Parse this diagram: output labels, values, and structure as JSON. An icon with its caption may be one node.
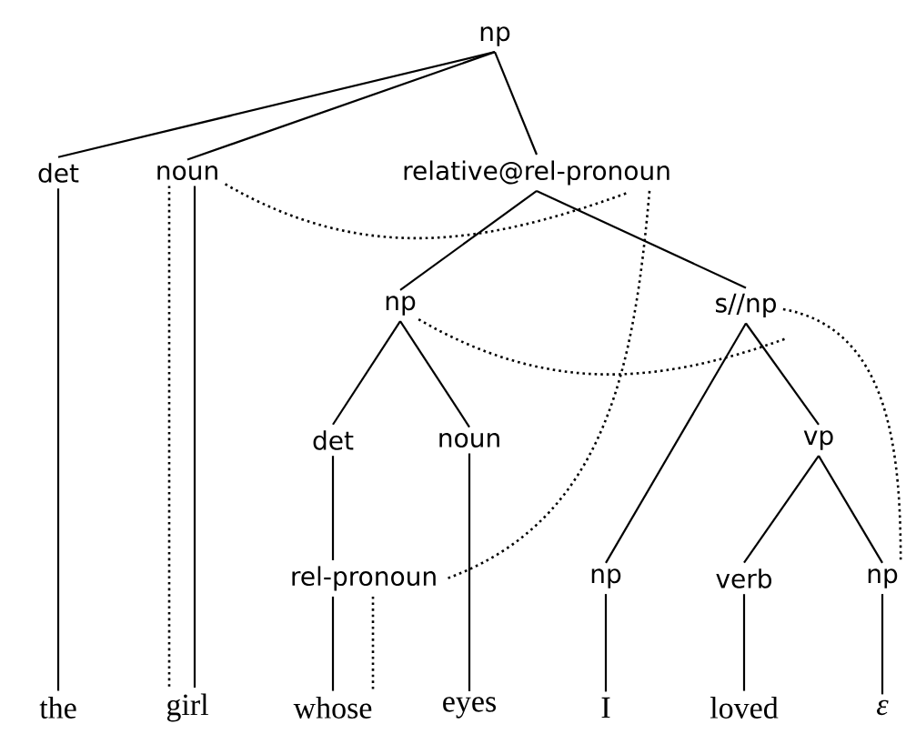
{
  "diagram": {
    "nodes": [
      {
        "text": [
          "np"
        ]
      },
      {
        "text": [
          "det"
        ]
      },
      {
        "text": [
          "noun"
        ]
      },
      {
        "text": [
          "relative@rel-pronoun"
        ]
      },
      {
        "text": [
          "np"
        ]
      },
      {
        "text": [
          "s//np"
        ]
      },
      {
        "text": [
          "det"
        ]
      },
      {
        "text": [
          "noun"
        ]
      },
      {
        "text": [
          "vp"
        ]
      },
      {
        "text": [
          "rel-pronoun"
        ]
      },
      {
        "text": [
          "np"
        ]
      },
      {
        "text": [
          "verb"
        ]
      },
      {
        "text": [
          "np"
        ]
      },
      {
        "text": [
          "the"
        ]
      },
      {
        "text": [
          "girl"
        ]
      },
      {
        "text": [
          "whose"
        ]
      },
      {
        "text": [
          "eyes"
        ]
      },
      {
        "text": [
          "I"
        ]
      },
      {
        "text": [
          "loved"
        ]
      },
      {
        "text": [
          "ε"
        ]
      }
    ],
    "edges": [
      {
        "from": 0,
        "to": 1,
        "arrow": "none"
      },
      {
        "from": 0,
        "to": 2,
        "arrow": "none"
      },
      {
        "from": 0,
        "to": 3,
        "arrow": "none"
      },
      {
        "from": 3,
        "to": 4,
        "arrow": "none"
      },
      {
        "from": 3,
        "to": 5,
        "arrow": "none"
      },
      {
        "from": 4,
        "to": 6,
        "arrow": "none"
      },
      {
        "from": 4,
        "to": 7,
        "arrow": "none"
      },
      {
        "from": 5,
        "to": 10,
        "arrow": "none"
      },
      {
        "from": 5,
        "to": 8,
        "arrow": "none"
      },
      {
        "from": 8,
        "to": 11,
        "arrow": "none"
      },
      {
        "from": 8,
        "to": 12,
        "arrow": "none"
      },
      {
        "from": 6,
        "to": 9,
        "arrow": "none"
      },
      {
        "from": 1,
        "to": 13,
        "arrow": "none"
      },
      {
        "from": 2,
        "to": 14,
        "arrow": "none"
      },
      {
        "from": 9,
        "to": 15,
        "arrow": "none"
      },
      {
        "from": 7,
        "to": 16,
        "arrow": "none"
      },
      {
        "from": 10,
        "to": 17,
        "arrow": "none"
      },
      {
        "from": 11,
        "to": 18,
        "arrow": "none"
      },
      {
        "from": 12,
        "to": 19,
        "arrow": "none"
      },
      {
        "from": 2,
        "to": 14,
        "arrow": "none",
        "style": "dashed"
      },
      {
        "from": 9,
        "to": 15,
        "arrow": "none",
        "style": "dashed"
      },
      {
        "from": 2,
        "to": 3,
        "arrow": "none",
        "style": "dashed"
      },
      {
        "from": 3,
        "to": 9,
        "arrow": "none",
        "style": "dashed"
      },
      {
        "from": 4,
        "to": 5,
        "arrow": "none",
        "style": "dashed"
      },
      {
        "from": 5,
        "to": 12,
        "arrow": "none",
        "style": "dashed"
      }
    ]
  }
}
